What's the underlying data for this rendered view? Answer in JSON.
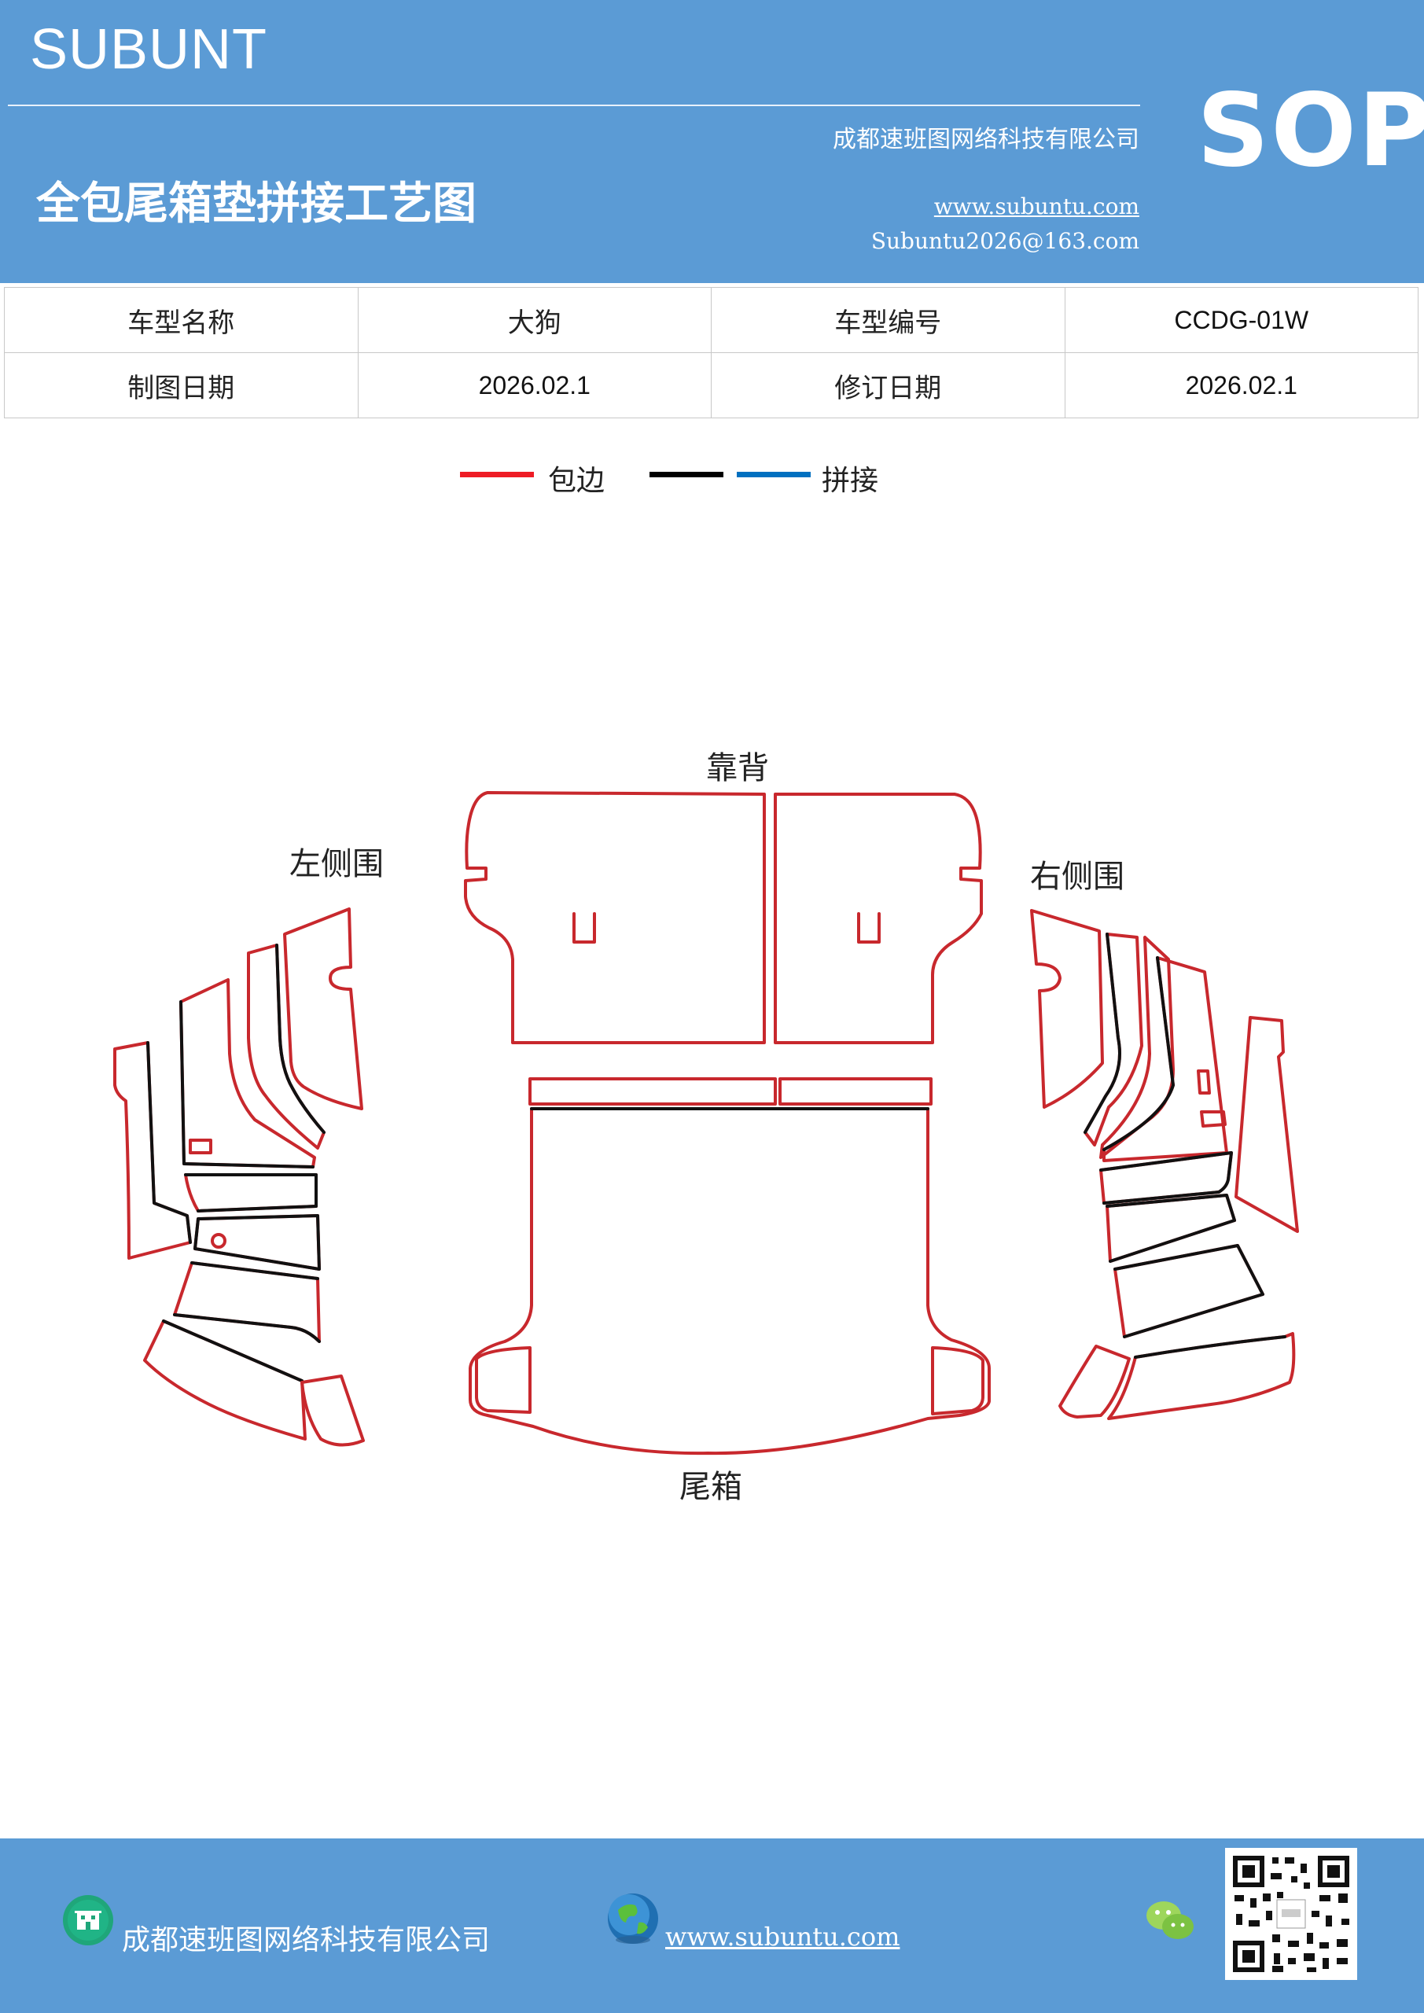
{
  "header": {
    "brand": "SUBUNT",
    "badge": "SOP",
    "company": "成都速班图网络科技有限公司",
    "title": "全包尾箱垫拼接工艺图",
    "website": "www.subuntu.com",
    "email": "Subuntu2026@163.com"
  },
  "info_table": {
    "rows": [
      {
        "label1": "车型名称",
        "value1": "大狗",
        "label2": "车型编号",
        "value2": "CCDG-01W"
      },
      {
        "label1": "制图日期",
        "value1": "2026.02.1",
        "label2": "修订日期",
        "value2": "2026.02.1"
      }
    ]
  },
  "legend": {
    "items": [
      {
        "label": "包边",
        "color": "#ee1c25"
      },
      {
        "label": "",
        "color": "#000000"
      },
      {
        "label": "拼接",
        "color": "#0070c0"
      }
    ]
  },
  "diagram": {
    "labels": {
      "backrest": "靠背",
      "left_side": "左侧围",
      "right_side": "右侧围",
      "trunk": "尾箱"
    },
    "colors": {
      "edge": "#c8282d",
      "seam": "#111111"
    }
  },
  "footer": {
    "company": "成都速班图网络科技有限公司",
    "website": "www.subuntu.com",
    "icons": [
      "building-icon",
      "globe-icon",
      "wechat-icon",
      "qr-code"
    ]
  }
}
